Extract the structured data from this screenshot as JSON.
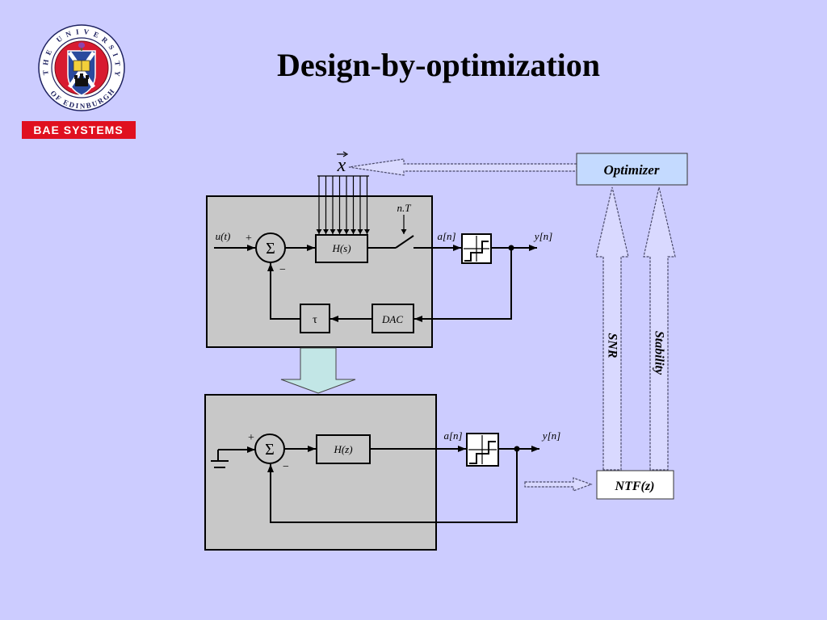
{
  "slide": {
    "title": "Design-by-optimization"
  },
  "logos": {
    "university_crest": {
      "ring_text_top": "THE UNIVERSITY",
      "ring_text_bottom": "OF EDINBURGH",
      "icon": "edinburgh-crest-icon"
    },
    "company": {
      "label": "BAE SYSTEMS",
      "icon": "bae-systems-logo"
    }
  },
  "diagram": {
    "parameter_vector": "x",
    "optimizer": {
      "label": "Optimizer"
    },
    "continuous_loop": {
      "input": "u(t)",
      "plus": "+",
      "sum": "Σ",
      "minus": "−",
      "filter": "H(s)",
      "sampler": "n.T",
      "quantizer_input": "a[n]",
      "output": "y[n]",
      "dac": "DAC",
      "delay": "τ"
    },
    "discrete_loop": {
      "plus": "+",
      "sum": "Σ",
      "minus": "−",
      "filter": "H(z)",
      "quantizer_input": "a[n]",
      "output": "y[n]"
    },
    "ntf": {
      "label": "NTF(z)"
    },
    "metrics": {
      "snr": "SNR",
      "stability": "Stability"
    }
  },
  "colors": {
    "background": "#ccccff",
    "panel_gray": "#c8c8c8",
    "optimizer_fill": "#c4daff",
    "equivalence_arrow_fill": "#c2e6e6",
    "ntf_fill": "#ffffff",
    "hollow_arrow_fill": "#d9d9ff",
    "brand_red": "#e0101f",
    "crest_red": "#d81b30",
    "crest_blue": "#2a4a9e",
    "crest_navy": "#1d2160"
  }
}
